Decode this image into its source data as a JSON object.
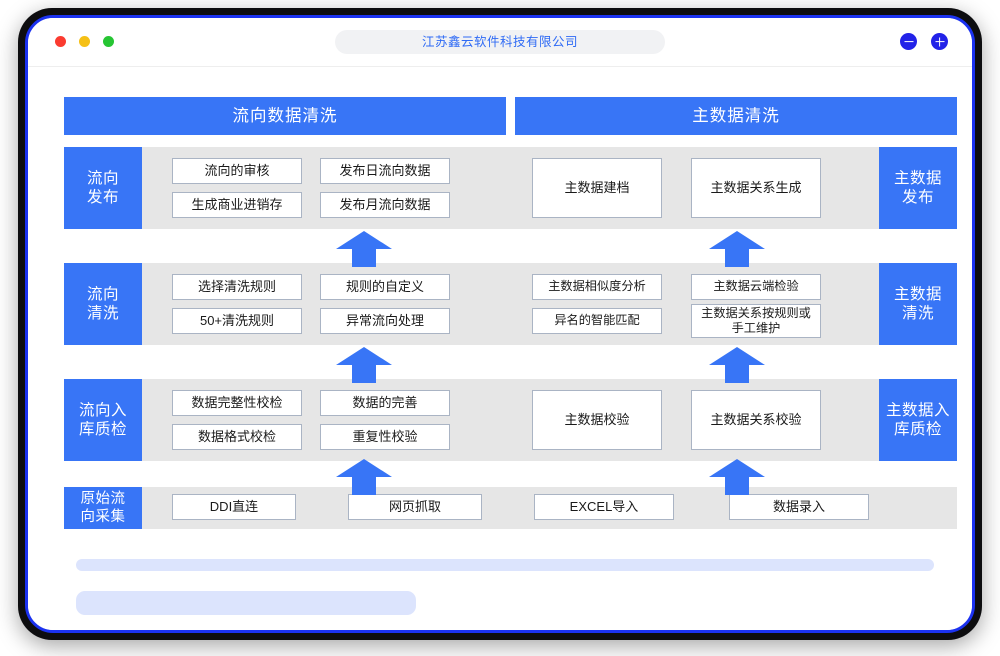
{
  "window": {
    "title": "江苏鑫云软件科技有限公司",
    "lights": [
      "red",
      "yellow",
      "green"
    ],
    "buttons": [
      {
        "name": "minus-button",
        "glyph": "−"
      },
      {
        "name": "plus-button",
        "glyph": "+"
      }
    ]
  },
  "colors": {
    "accent_blue": "#3875f6",
    "frame_blue": "#1b32f0",
    "row_gray": "#e6e6e6",
    "cell_border": "#aab4c4",
    "placeholder_blue": "#dce4fd"
  },
  "section_headers": [
    {
      "label": "流向数据清洗"
    },
    {
      "label": "主数据清洗"
    }
  ],
  "rows": [
    {
      "left_label": "流向\n发布",
      "right_label": "主数据\n发布",
      "left_cells": [
        {
          "label": "流向的审核"
        },
        {
          "label": "发布日流向数据"
        },
        {
          "label": "生成商业进销存"
        },
        {
          "label": "发布月流向数据"
        }
      ],
      "right_cells": [
        {
          "label": "主数据建档"
        },
        {
          "label": "主数据关系生成"
        }
      ]
    },
    {
      "left_label": "流向\n清洗",
      "right_label": "主数据\n清洗",
      "left_cells": [
        {
          "label": "选择清洗规则"
        },
        {
          "label": "规则的自定义"
        },
        {
          "label": "50+清洗规则"
        },
        {
          "label": "异常流向处理"
        }
      ],
      "right_cells": [
        {
          "label": "主数据相似度分析"
        },
        {
          "label": "主数据云端检验"
        },
        {
          "label": "异名的智能匹配"
        },
        {
          "label": "主数据关系按规则或手工维护"
        }
      ]
    },
    {
      "left_label": "流向入\n库质检",
      "right_label": "主数据入\n库质检",
      "left_cells": [
        {
          "label": "数据完整性校检"
        },
        {
          "label": "数据的完善"
        },
        {
          "label": "数据格式校检"
        },
        {
          "label": "重复性校验"
        }
      ],
      "right_cells": [
        {
          "label": "主数据校验"
        },
        {
          "label": "主数据关系校验"
        }
      ]
    },
    {
      "left_label": "原始流\n向采集",
      "right_label": "",
      "cells": [
        {
          "label": "DDI直连"
        },
        {
          "label": "网页抓取"
        },
        {
          "label": "EXCEL导入"
        },
        {
          "label": "数据录入"
        }
      ]
    }
  ],
  "arrows": {
    "count": 6,
    "direction": "up",
    "color": "#3875f6"
  }
}
